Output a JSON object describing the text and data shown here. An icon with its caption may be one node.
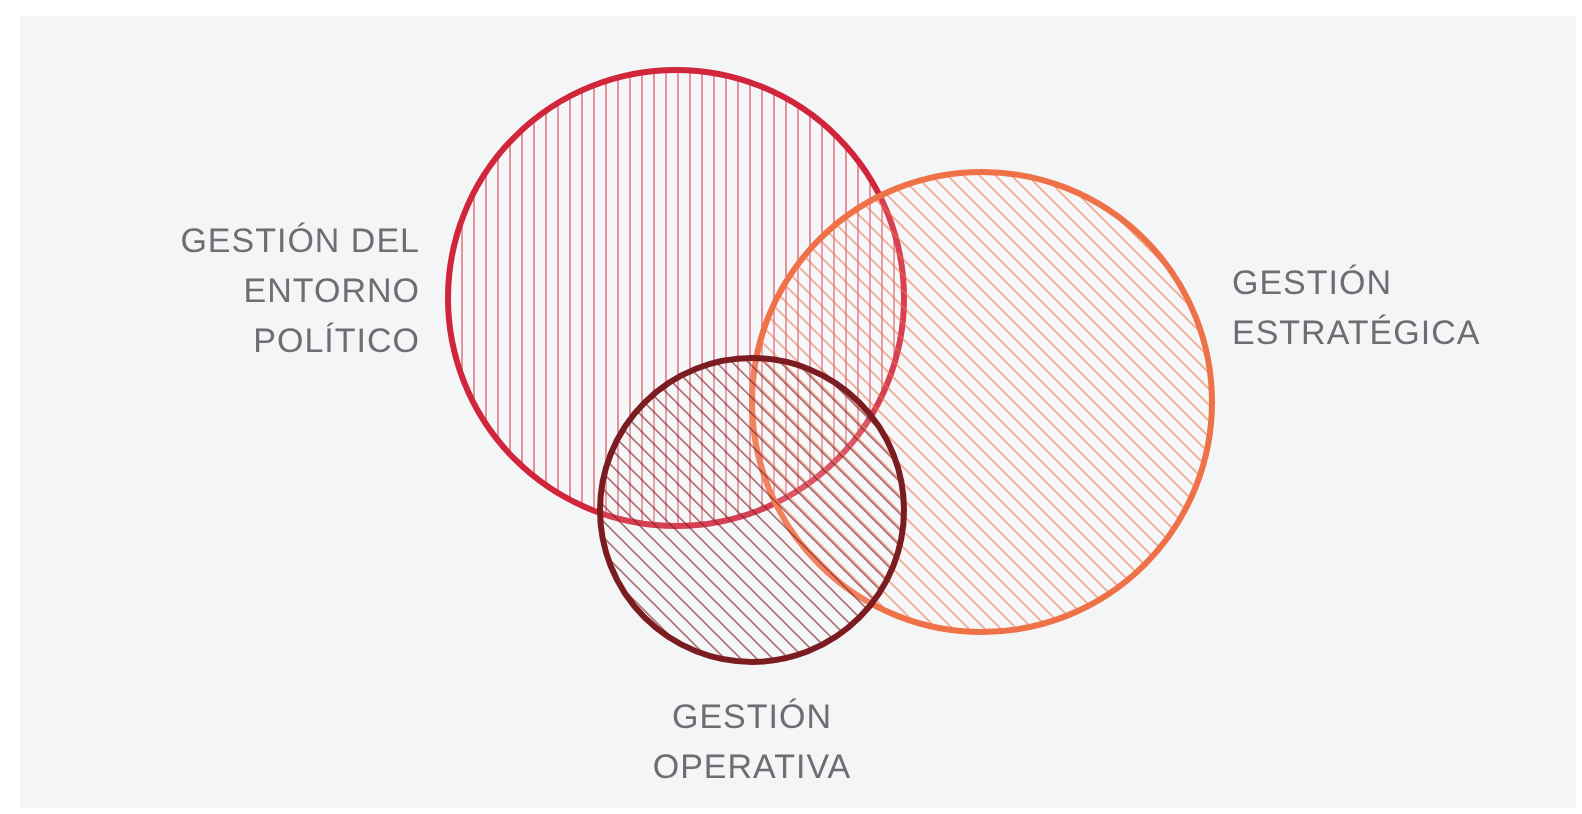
{
  "diagram": {
    "nodes": [
      {
        "text": [],
        "shape": "circle",
        "beside": [
          "GESTIÓN DEL ENTORNO POLÍTICO"
        ]
      },
      {
        "text": [],
        "shape": "circle",
        "beside": [
          "GESTIÓN ESTRATÉGICA"
        ]
      },
      {
        "text": [],
        "shape": "circle",
        "beside": [
          "GESTIÓN OPERATIVA"
        ]
      }
    ]
  }
}
